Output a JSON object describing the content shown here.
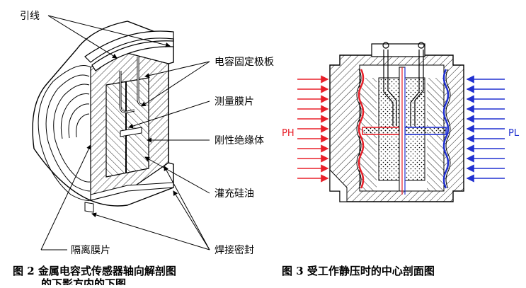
{
  "figure2": {
    "labels": {
      "lead_wire": "引线",
      "fixed_plate": "电容固定极板",
      "measuring_diaphragm": "测量膜片",
      "rigid_insulator": "刚性绝缘体",
      "silicone_oil": "灌充硅油",
      "isolation_diaphragm": "隔离膜片",
      "weld_seal": "焊接密封"
    },
    "caption": "图 2 金属电容式传感器轴向解剖图",
    "caption_cut": "的下影方内的下图"
  },
  "figure3": {
    "high_pressure_label": "PH",
    "low_pressure_label": "PL",
    "caption": "图 3 受工作静压时的中心剖面图"
  },
  "colors": {
    "high_pressure": "#e8202a",
    "low_pressure": "#2030d0",
    "line": "#000000",
    "background": "#ffffff"
  }
}
